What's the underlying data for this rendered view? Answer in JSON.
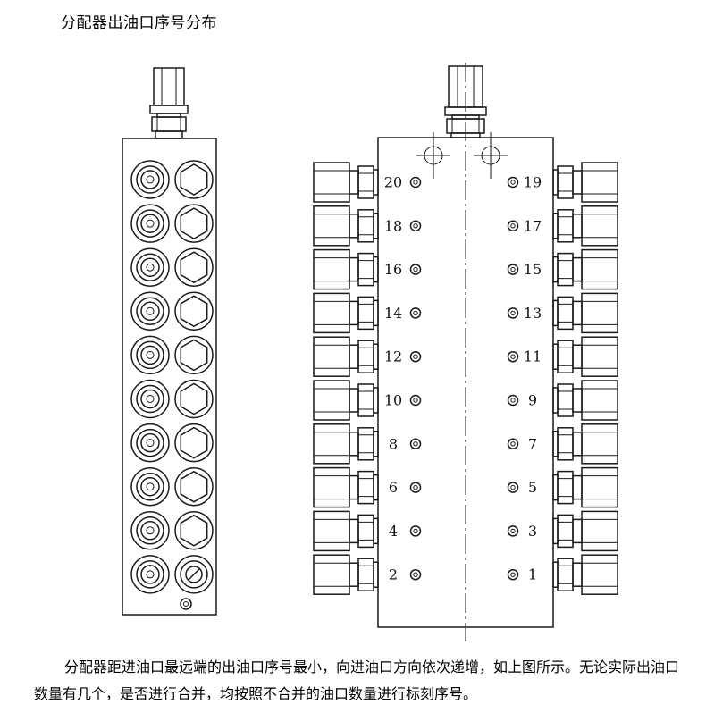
{
  "page": {
    "title": "分配器出油口序号分布",
    "caption": "分配器距进油口最远端的出油口序号最小，向进油口方向依次递增，如上图所示。无论实际出油口数量有几个，是否进行合并，均按照不合并的油口数量进行标刻序号。"
  },
  "distributor": {
    "left_outlets": [
      "20",
      "18",
      "16",
      "14",
      "12",
      "10",
      "8",
      "6",
      "4",
      "2"
    ],
    "right_outlets": [
      "19",
      "17",
      "15",
      "13",
      "11",
      "9",
      "7",
      "5",
      "3",
      "1"
    ]
  },
  "colors": {
    "line": "#1a1a1a",
    "background": "#ffffff"
  }
}
